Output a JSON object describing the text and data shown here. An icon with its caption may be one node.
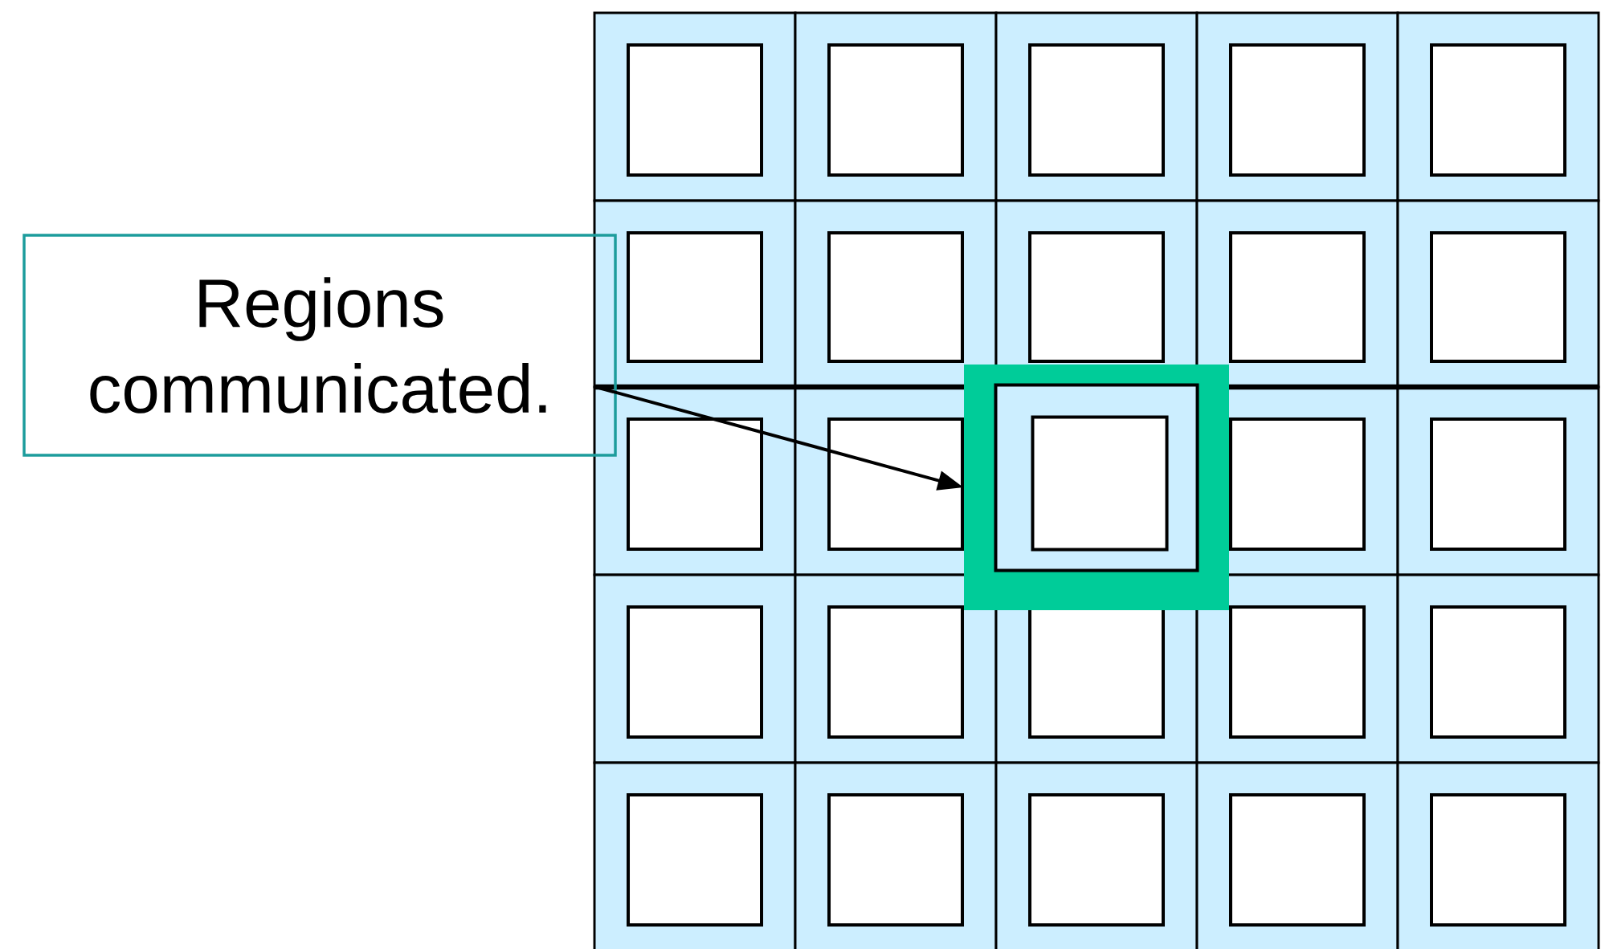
{
  "diagram": {
    "nodes": [
      {
        "text": [
          "Regions communicated."
        ]
      },
      {
        "text": [],
        "shape": "box"
      }
    ],
    "edges": [
      {
        "from": 0,
        "to": 1,
        "arrow": "to"
      }
    ]
  }
}
